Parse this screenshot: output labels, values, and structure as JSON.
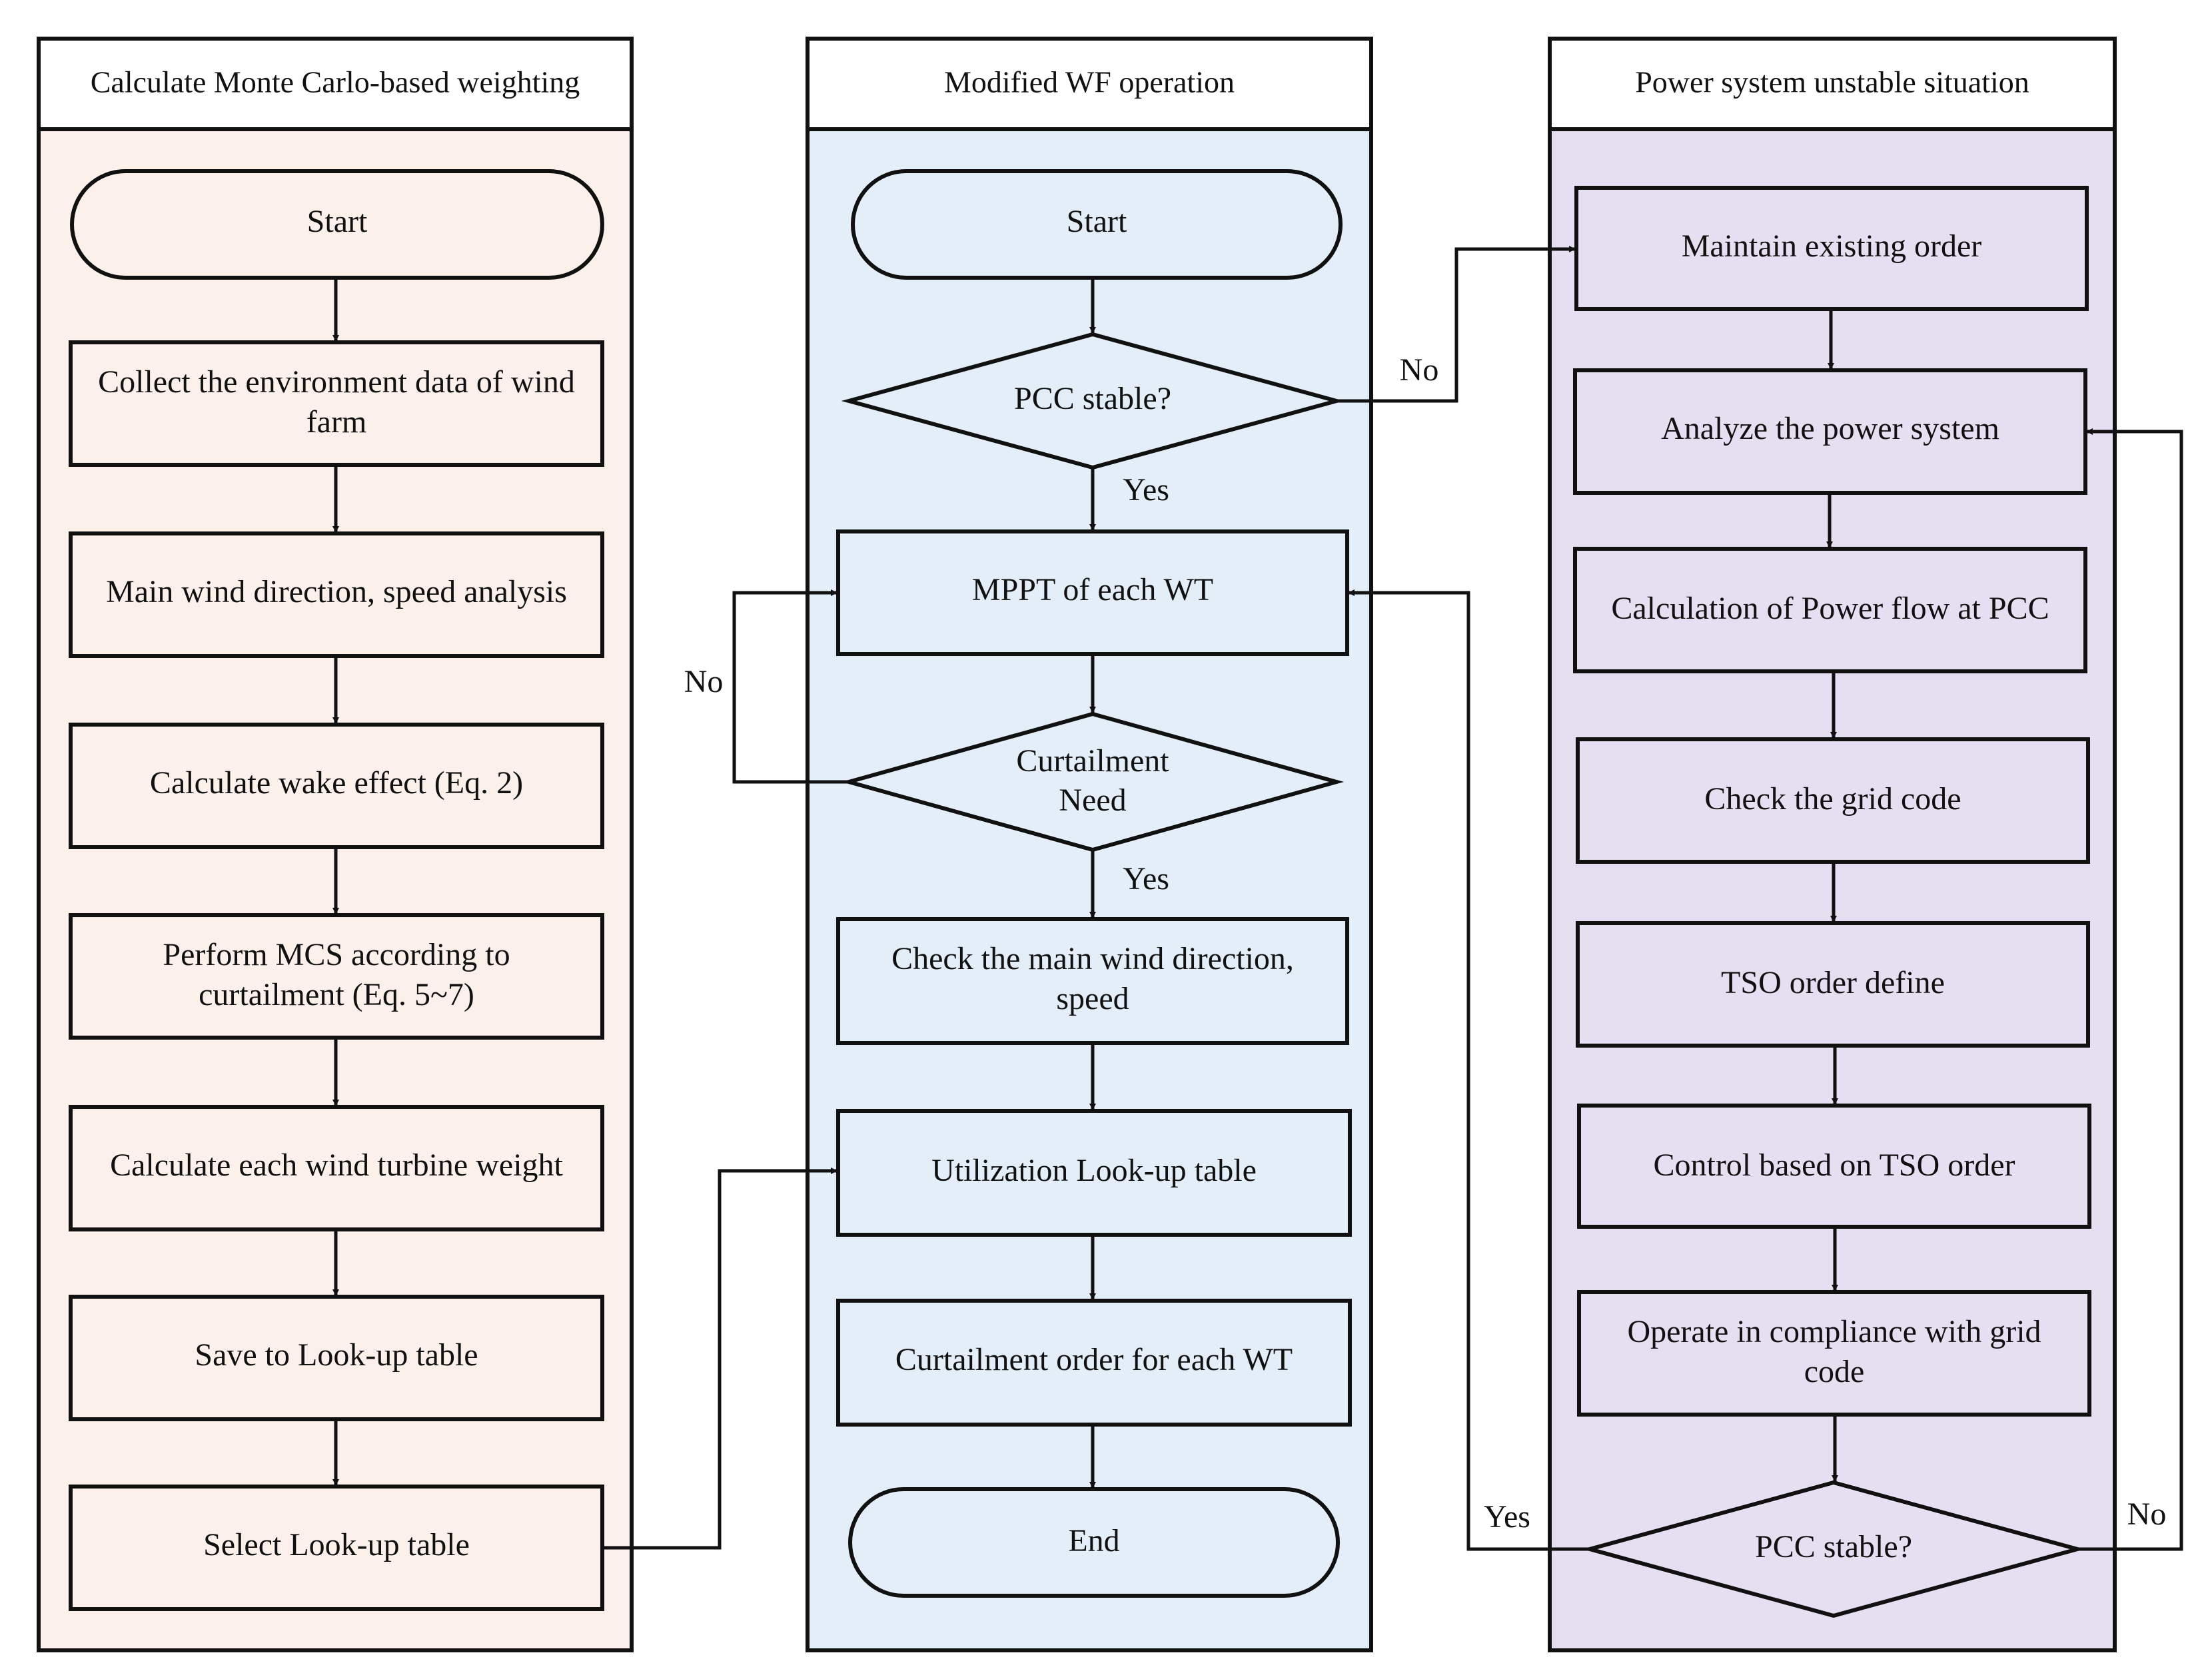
{
  "colors": {
    "lane1_bg": "#fbf1ea",
    "lane2_bg": "#e4eef8",
    "lane3_bg": "#e6dff2",
    "lane1_node": "#fbf1ea",
    "lane2_node": "#e4eef8",
    "lane3_node": "#e6dff2",
    "stroke": "#111111"
  },
  "lanes": {
    "monte_carlo": {
      "title": "Calculate Monte Carlo-based weighting",
      "nodes": {
        "start": "Start",
        "collect_1": "Collect the environment data of wind",
        "collect_2": "farm",
        "wind_analysis": "Main wind direction, speed analysis",
        "wake_effect": "Calculate wake effect (Eq. 2)",
        "mcs_1": "Perform MCS according to",
        "mcs_2": "curtailment (Eq. 5~7)",
        "turbine_weight": "Calculate each wind turbine weight",
        "save_table": "Save to Look-up table",
        "select_table": "Select  Look-up table"
      }
    },
    "wf_operation": {
      "title": "Modified WF operation",
      "nodes": {
        "start": "Start",
        "pcc_stable": "PCC stable?",
        "mppt": "MPPT of each WT",
        "curtail_need_1": "Curtailment",
        "curtail_need_2": "Need",
        "check_wind_1": "Check the main wind direction,",
        "check_wind_2": "speed",
        "utilization": "Utilization Look-up table",
        "curtail_order": "Curtailment order for each WT",
        "end": "End"
      }
    },
    "unstable": {
      "title": "Power system unstable situation",
      "nodes": {
        "maintain": "Maintain existing order",
        "analyze": "Analyze the power system",
        "power_flow": "Calculation of Power flow at PCC",
        "grid_code": "Check the grid code",
        "tso_define": "TSO order define",
        "control_tso": "Control based on TSO order",
        "comply_1": "Operate in compliance with grid",
        "comply_2": "code",
        "pcc_stable": "PCC stable?"
      }
    }
  },
  "edge_labels": {
    "pcc_no": "No",
    "pcc_yes": "Yes",
    "curtail_no": "No",
    "curtail_yes": "Yes",
    "final_yes": "Yes",
    "final_no": "No"
  }
}
